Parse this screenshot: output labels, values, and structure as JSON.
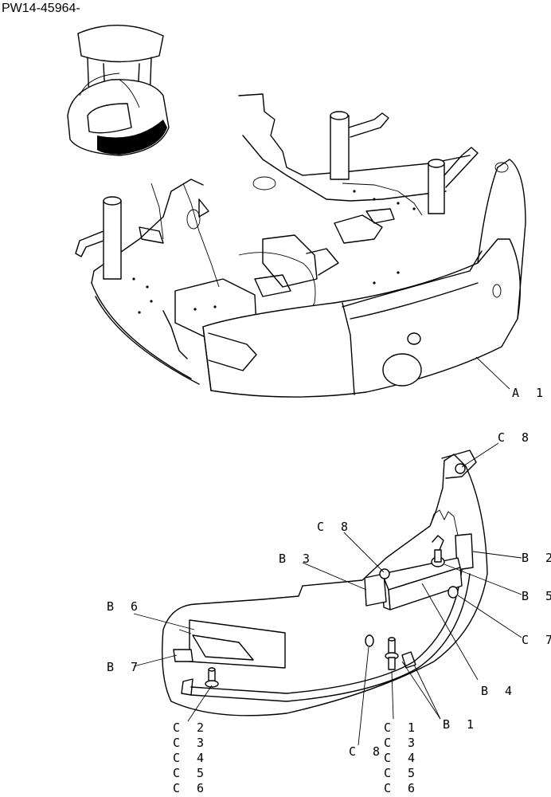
{
  "header": {
    "part_number": "PW14-45964-"
  },
  "callouts": {
    "a1": "A 1",
    "b1": "B 1",
    "b2": "B 2",
    "b3": "B 3",
    "b4": "B 4",
    "b5": "B 5",
    "b6": "B 6",
    "b7": "B 7",
    "c7": "C 7",
    "c8_top": "C 8",
    "c8_mid": "C 8",
    "c8_bottom": "C 8",
    "left_stack": [
      "C 2",
      "C 3",
      "C 4",
      "C 5",
      "C 6"
    ],
    "right_stack": [
      "C 1",
      "C 3",
      "C 4",
      "C 5",
      "C 6"
    ]
  }
}
